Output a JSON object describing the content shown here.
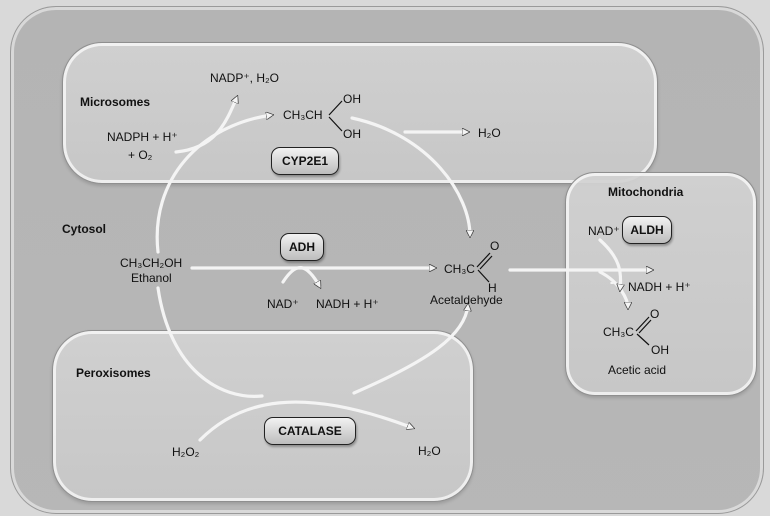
{
  "compartments": {
    "microsomes": "Microsomes",
    "cytosol": "Cytosol",
    "peroxisomes": "Peroxisomes",
    "mitochondria": "Mitochondria"
  },
  "enzymes": {
    "cyp2e1": "CYP2E1",
    "adh": "ADH",
    "catalase": "CATALASE",
    "aldh": "ALDH"
  },
  "molecules": {
    "nadp_h2o": "NADP⁺, H₂O",
    "nadph_h": "NADPH + H⁺",
    "plus_o2": "+ O₂",
    "h2o_microsome": "H₂O",
    "gem_diol_ch3ch": "CH₃CH",
    "gem_diol_oh_top": "OH",
    "gem_diol_oh_bottom": "OH",
    "ethanol_formula": "CH₃CH₂OH",
    "ethanol_name": "Ethanol",
    "nad_plus": "NAD⁺",
    "nadh_h": "NADH + H⁺",
    "acetaldehyde_ch3c": "CH₃C",
    "acetaldehyde_o": "O",
    "acetaldehyde_h": "H",
    "acetaldehyde_name": "Acetaldehyde",
    "h2o2": "H₂O₂",
    "h2o_peroxisome": "H₂O",
    "nad_plus_mito": "NAD⁺",
    "nadh_h_mito": "NADH + H⁺",
    "acetic_ch3c": "CH₃C",
    "acetic_o": "O",
    "acetic_oh": "OH",
    "acetic_name": "Acetic acid"
  }
}
